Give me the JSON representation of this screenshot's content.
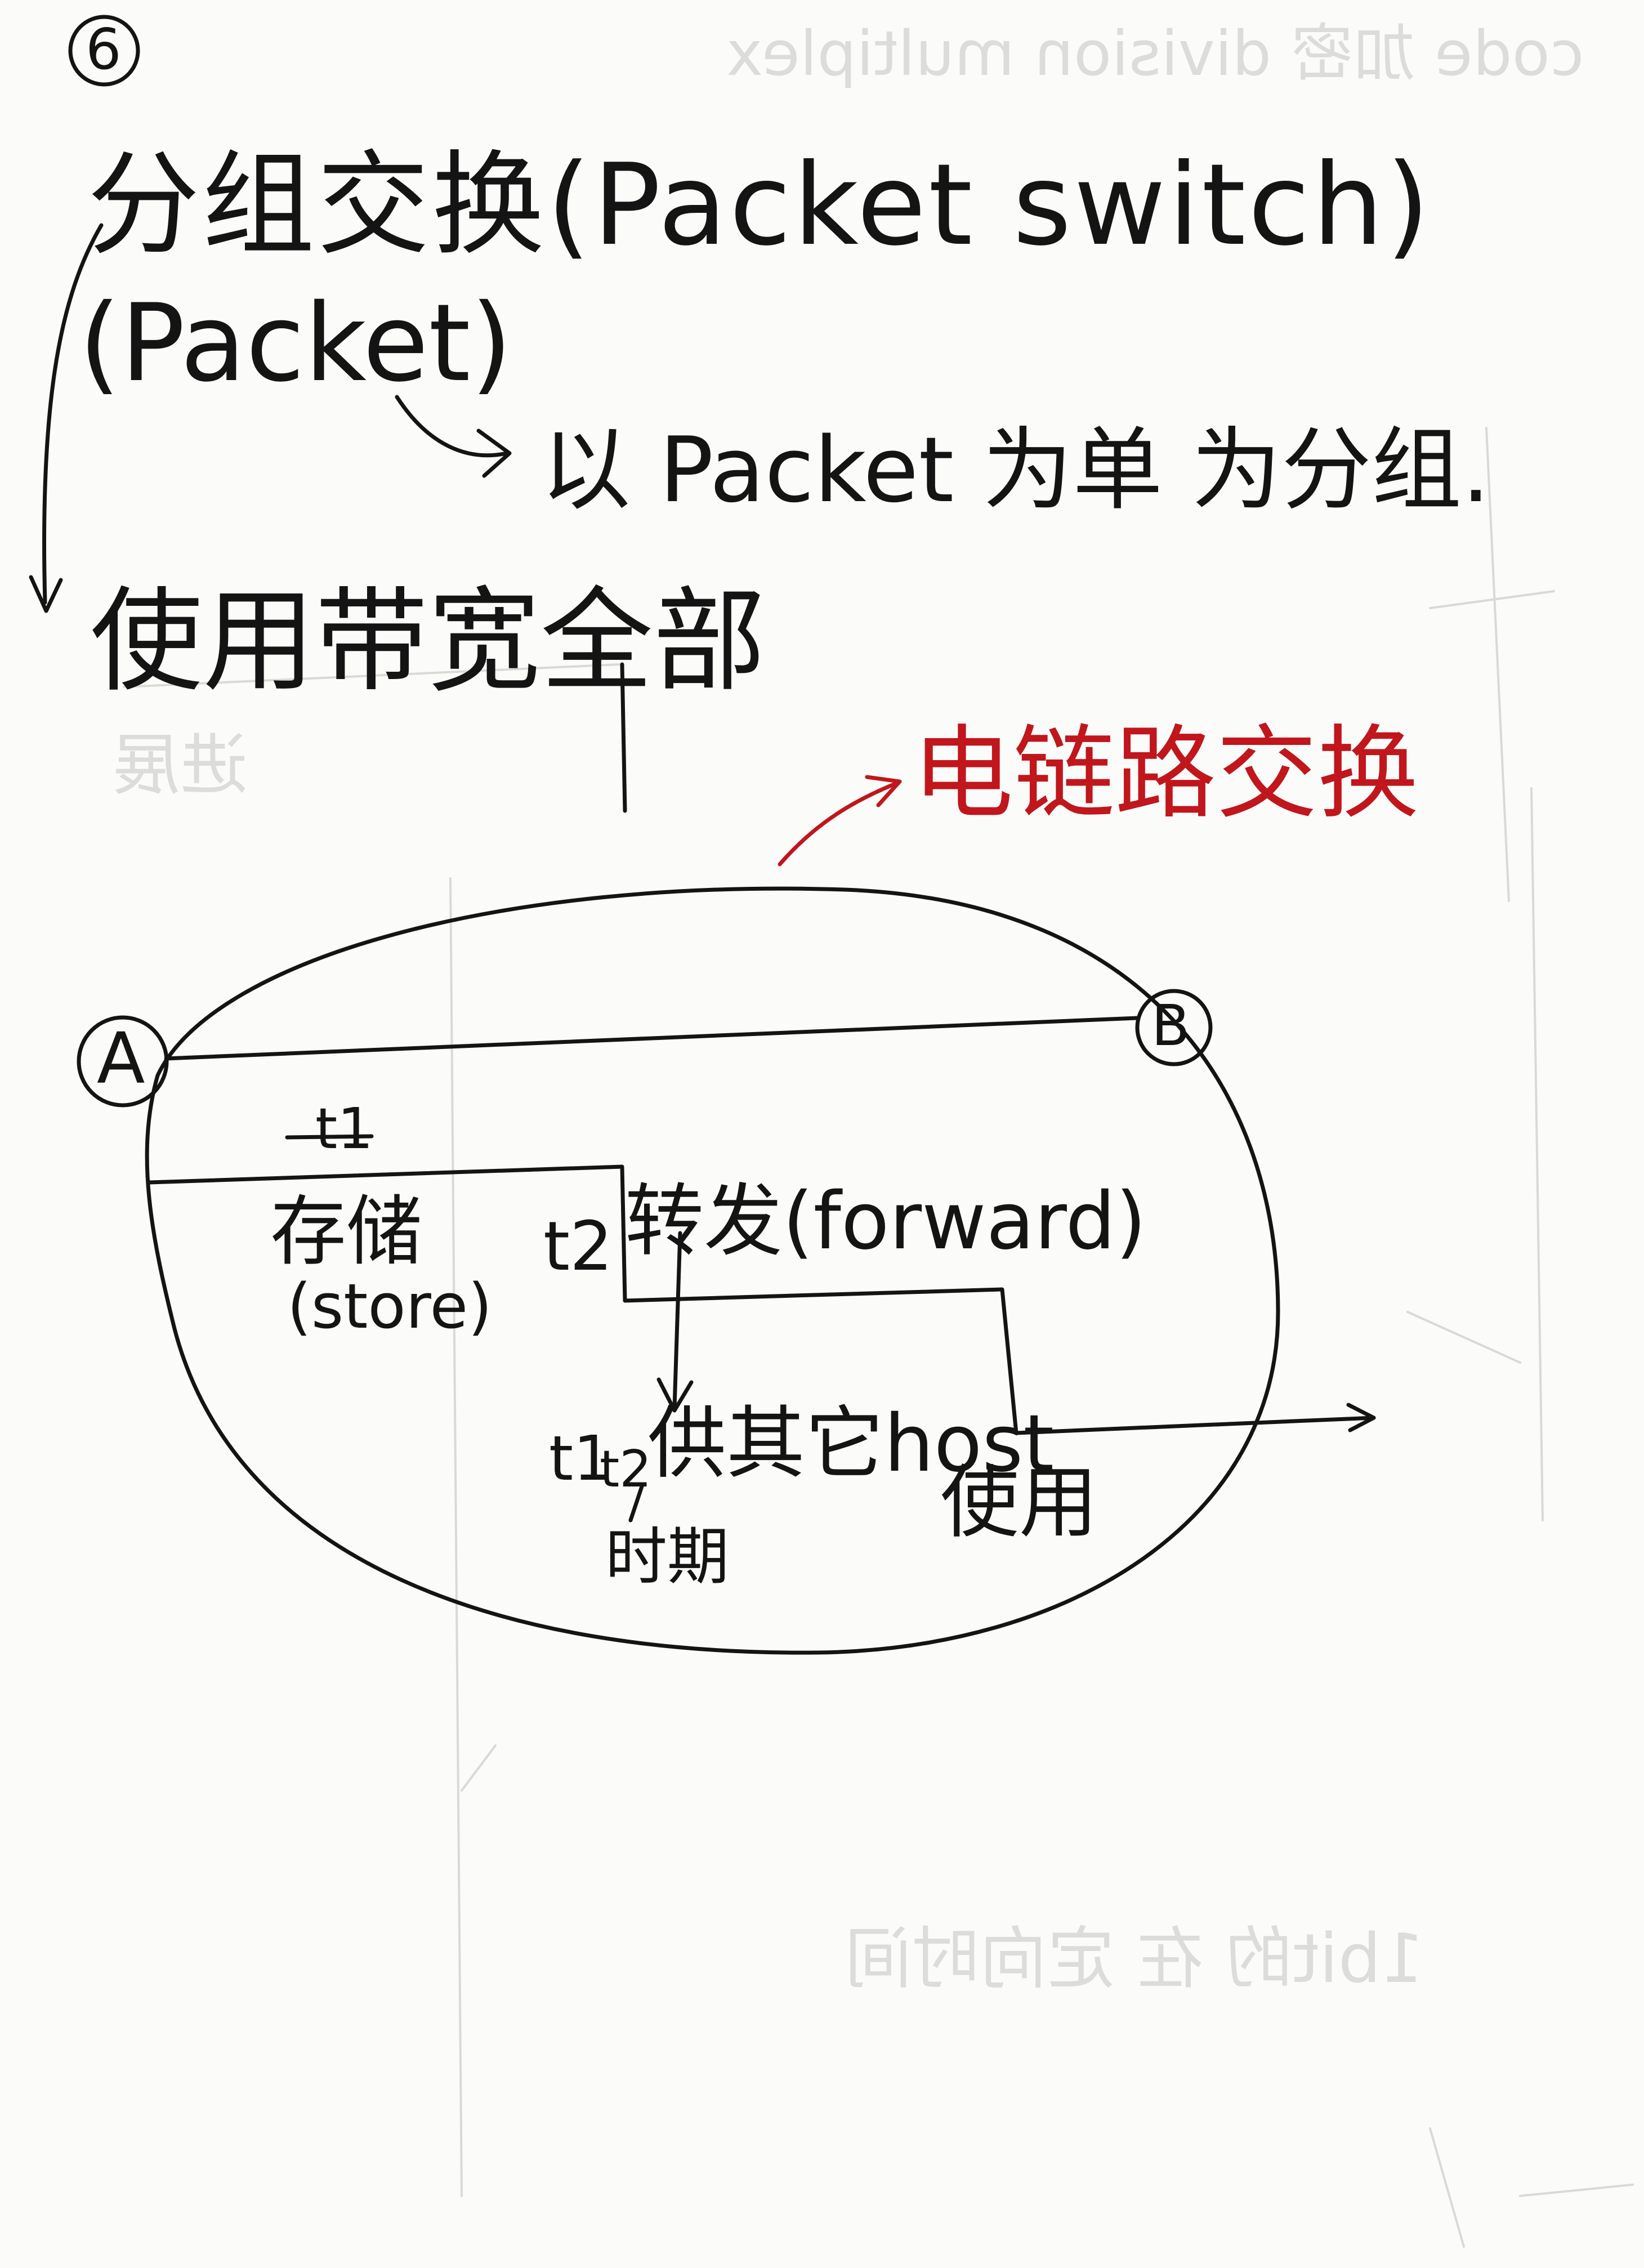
{
  "note": {
    "section_number": "6",
    "title": "分组交换(Packet switch)",
    "packet_term": "(Packet)",
    "packet_explanation": "以 Packet 为单 为分组.",
    "bandwidth_note": "使用带宽全部",
    "red_annotation": "电链路交换",
    "diagram": {
      "node_a": "A",
      "node_b": "B",
      "t1_label": "t1",
      "store_label": "存储",
      "store_en": "(store)",
      "t2_label": "t2",
      "forward_label": "转发(forward)",
      "t1t2_period_prefix": "t1",
      "t1t2_period_suffix": "t2",
      "other_host_label": "供其它host",
      "use_label": "使用",
      "period_label": "时期"
    }
  },
  "bleed_through": {
    "top_line": "code  加密 division  multiplex",
    "lower_left": "1bit的 在 定向时间",
    "left_margin": "进展"
  }
}
